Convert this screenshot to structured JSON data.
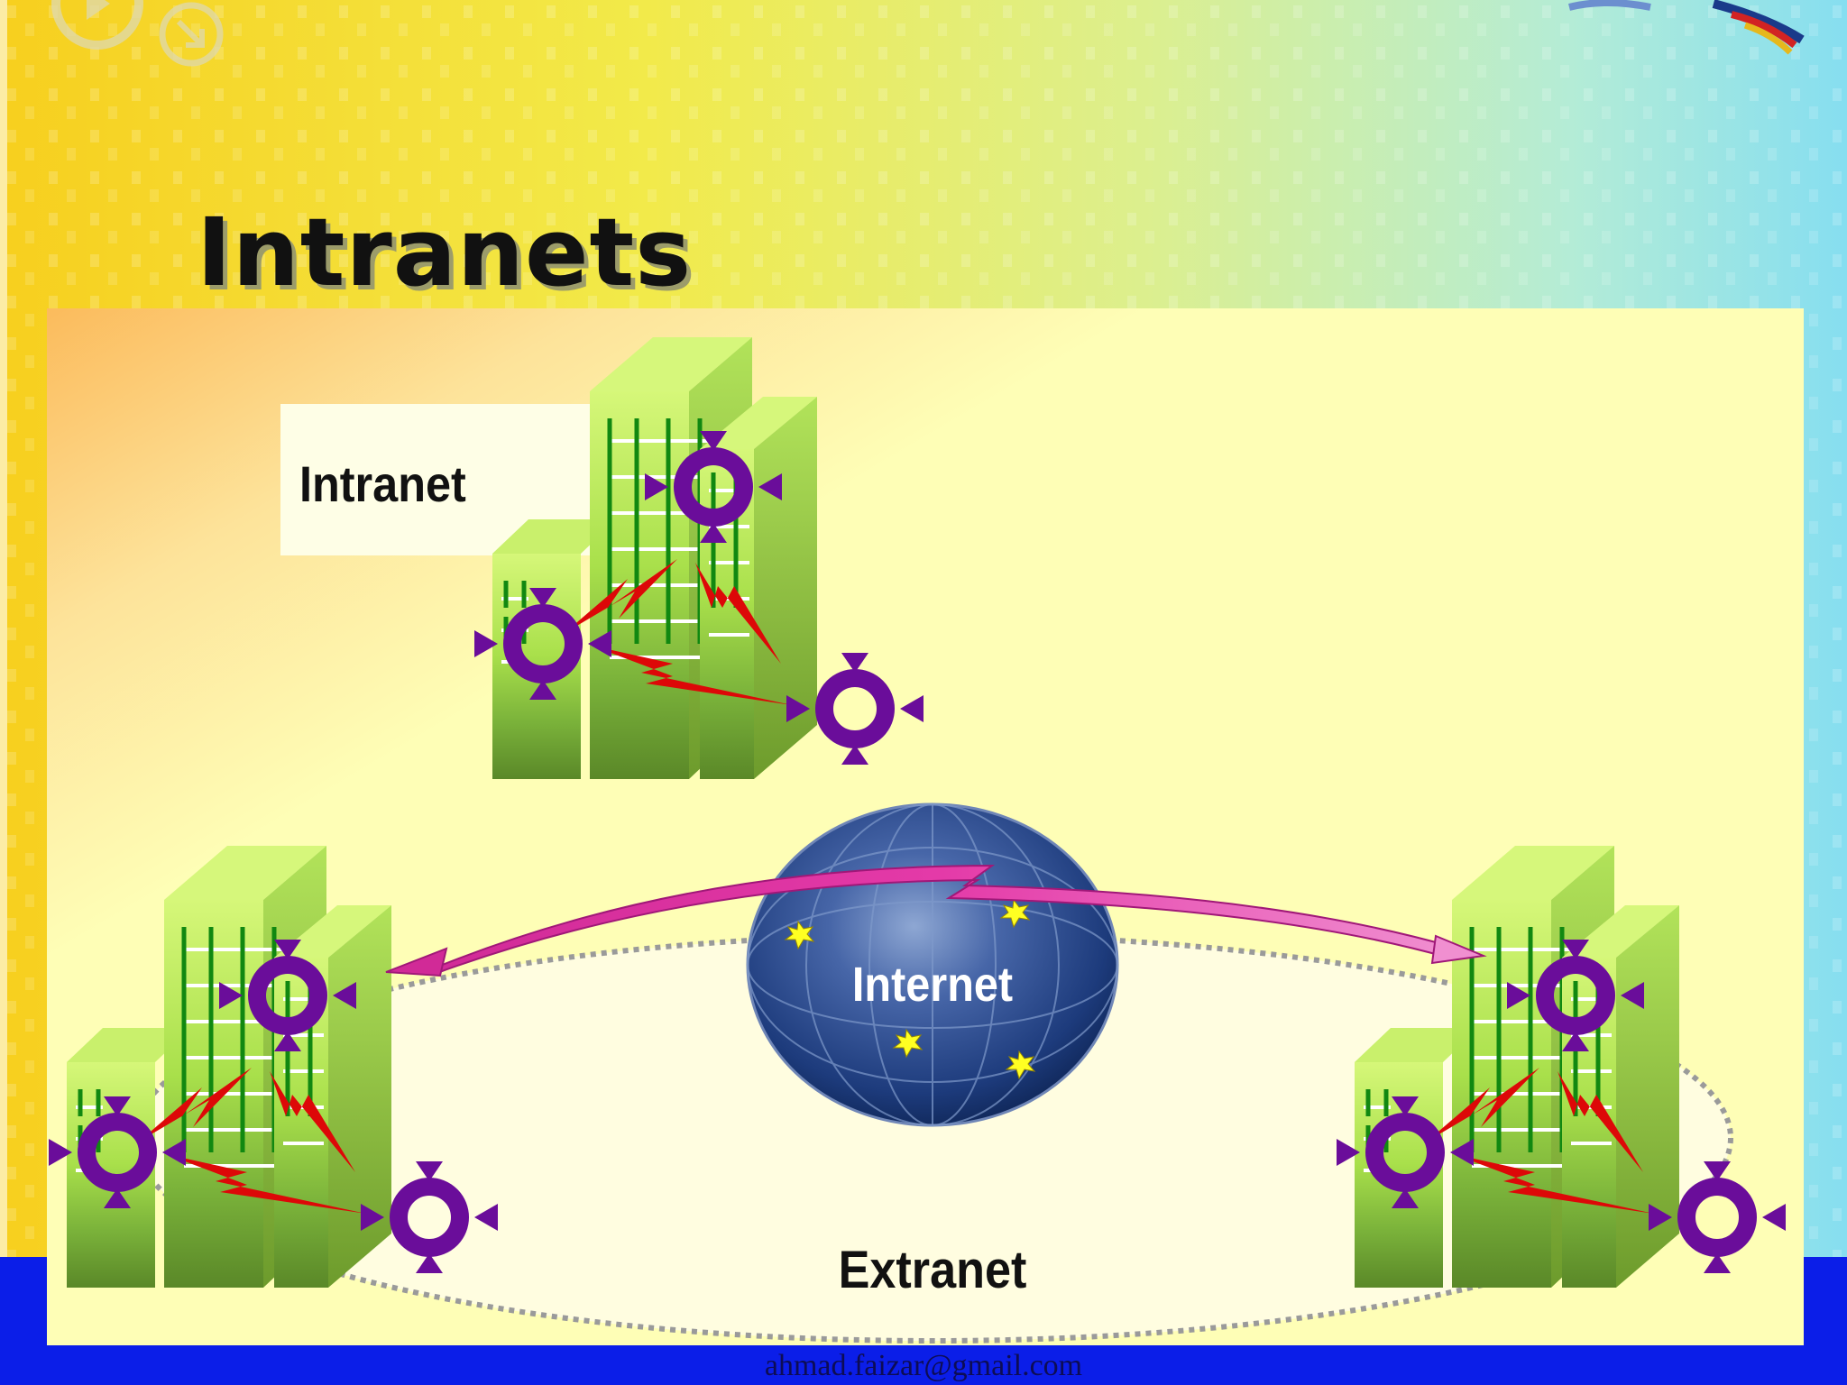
{
  "slide": {
    "title": "Intranets",
    "footer_email": "ahmad.faizar@gmail.com"
  },
  "diagram": {
    "intranet_label": "Intranet",
    "internet_label": "Internet",
    "extranet_label": "Extranet"
  },
  "colors": {
    "panel": "#fefeb6",
    "building_light": "#c8f26a",
    "building_dark": "#5d8a2a",
    "router": "#6a0d9a",
    "link": "#dd0808",
    "arc": "#e23aa6",
    "globe": "#1b3f86",
    "bottom_bar": "#0b1ee8"
  }
}
